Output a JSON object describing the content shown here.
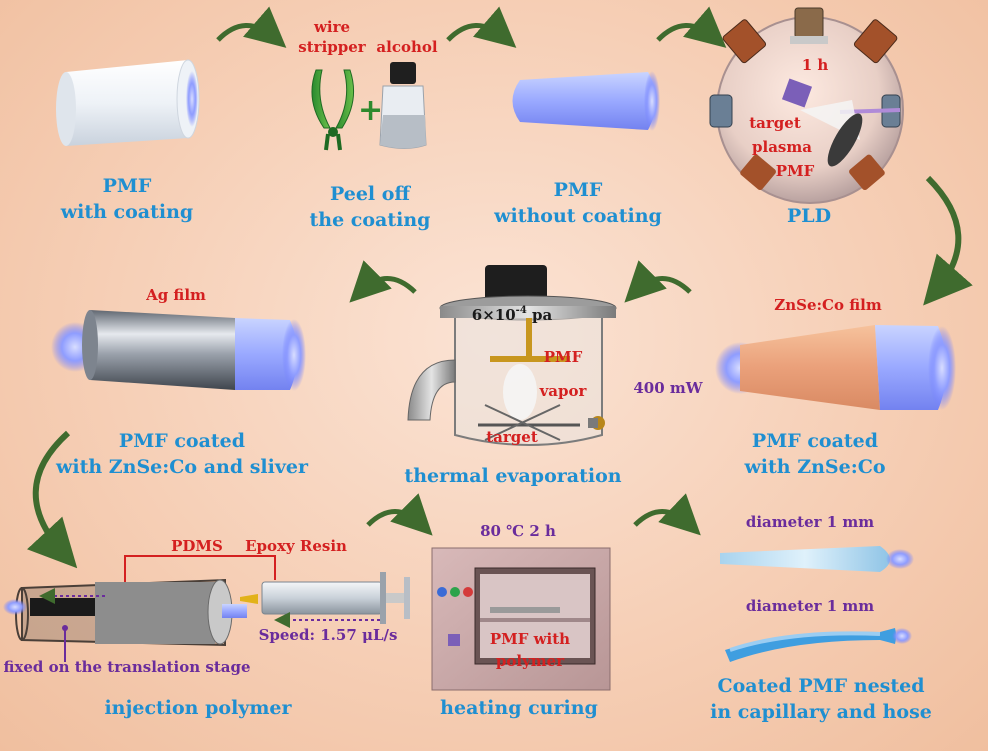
{
  "step1": {
    "line1": "PMF",
    "line2": "with coating"
  },
  "step2": {
    "line1": "Peel off",
    "line2": "the coating",
    "tool_label_line1": "wire",
    "tool_label_line2": "stripper",
    "bottle_label": "alcohol"
  },
  "step3": {
    "line1": "PMF",
    "line2": "without coating"
  },
  "step4": {
    "caption": "PLD",
    "time": "1 h",
    "target": "target",
    "plasma": "plasma",
    "pmf": "PMF"
  },
  "step5": {
    "line1": "PMF coated",
    "line2": "with ZnSe:Co",
    "film": "ZnSe:Co film",
    "laser_power": "400 mW"
  },
  "step6": {
    "caption": "thermal evaporation",
    "pressure": "6×10",
    "pressure_exp": "-4",
    "pressure_unit": " pa",
    "pmf": "PMF",
    "vapor": "vapor",
    "target": "target"
  },
  "step7": {
    "line1": "PMF coated",
    "line2": "with ZnSe:Co and sliver",
    "film": "Ag film"
  },
  "step8": {
    "caption": "injection polymer",
    "pdms": "PDMS",
    "epoxy": "Epoxy Resin",
    "speed": "Speed: 1.57 μL/s",
    "fixed": "fixed on the translation stage"
  },
  "step9": {
    "caption": "heating curing",
    "condition": "80 ℃ 2 h",
    "inner_line1": "PMF with",
    "inner_line2": "polymer"
  },
  "step10": {
    "line1": "Coated PMF nested",
    "line2": "in capillary and hose",
    "diameter_top": "diameter 1 mm",
    "diameter_bottom": "diameter 1 mm"
  },
  "colors": {
    "caption_blue": "#1f8fd1",
    "label_red": "#d42020",
    "label_purple": "#6a2c9c",
    "arrow_green": "#3f6b2e",
    "fiber_glow": "#6f7cff"
  }
}
